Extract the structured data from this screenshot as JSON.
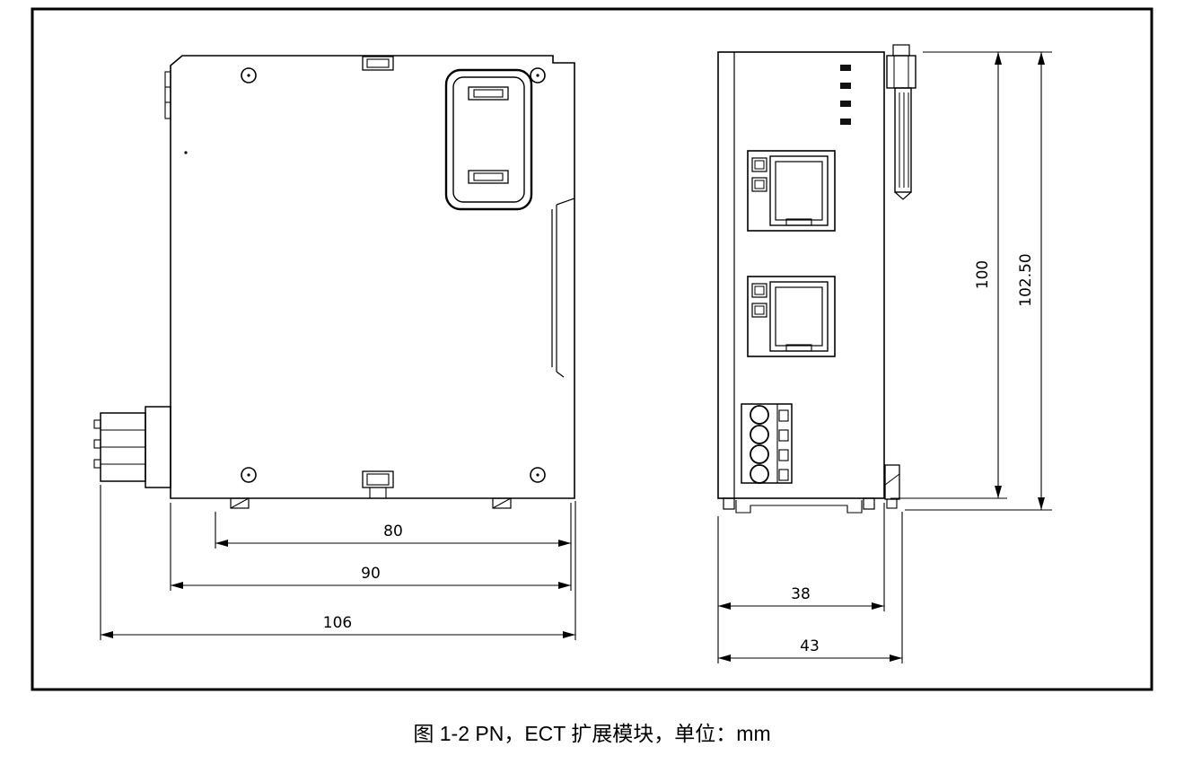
{
  "caption": "图 1-2 PN，ECT 扩展模块，单位：mm",
  "unit": "mm",
  "dims": {
    "d80": "80",
    "d90": "90",
    "d106": "106",
    "d38": "38",
    "d43": "43",
    "d100": "100",
    "d102_50": "102.50"
  },
  "colors": {
    "line": "#000000",
    "background": "#ffffff",
    "border": "#000000",
    "led_fill": "#111111"
  }
}
